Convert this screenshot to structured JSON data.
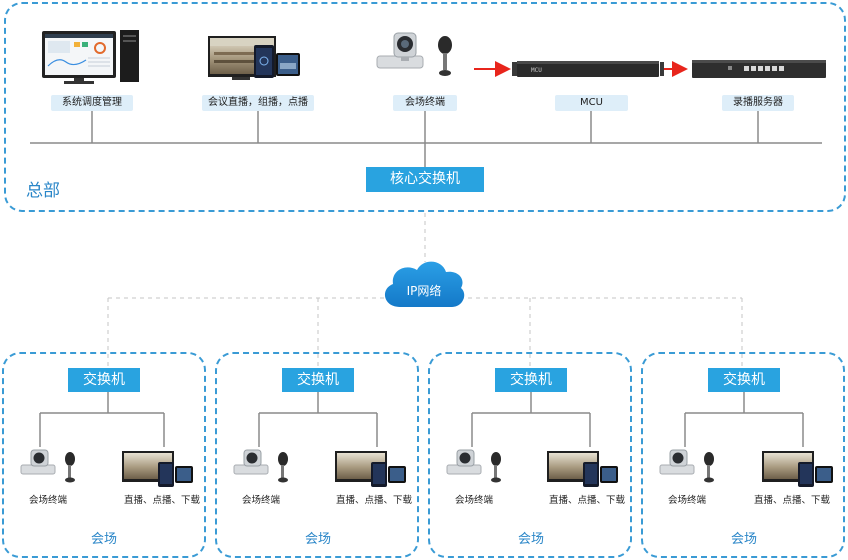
{
  "headquarters": {
    "label": "总部",
    "core_switch": "核心交换机",
    "devices": [
      {
        "name": "system-mgmt",
        "label": "系统调度管理",
        "icon": "computer-icon"
      },
      {
        "name": "live-record",
        "label": "会议直播，组播，点播",
        "icon": "display-tablet-icon"
      },
      {
        "name": "terminal",
        "label": "会场终端",
        "icon": "camera-mic-icon"
      },
      {
        "name": "mcu",
        "label": "MCU",
        "icon": "rack-server-icon"
      },
      {
        "name": "recording",
        "label": "录播服务器",
        "icon": "rack-server-icon"
      }
    ],
    "mcu_chassis_text": "MCU"
  },
  "network": {
    "label": "IP网络",
    "icon": "cloud-icon"
  },
  "venues": [
    {
      "switch": "交换机",
      "terminal": "会场终端",
      "media": "直播、点播、下载",
      "label": "会场"
    },
    {
      "switch": "交换机",
      "terminal": "会场终端",
      "media": "直播、点播、下载",
      "label": "会场"
    },
    {
      "switch": "交换机",
      "terminal": "会场终端",
      "media": "直播、点播、下载",
      "label": "会场"
    },
    {
      "switch": "交换机",
      "terminal": "会场终端",
      "media": "直播、点播、下载",
      "label": "会场"
    }
  ],
  "colors": {
    "accent": "#29a3e0",
    "border": "#3a9bd5",
    "arrow": "#e8251c",
    "label_bg": "#deeef9"
  }
}
